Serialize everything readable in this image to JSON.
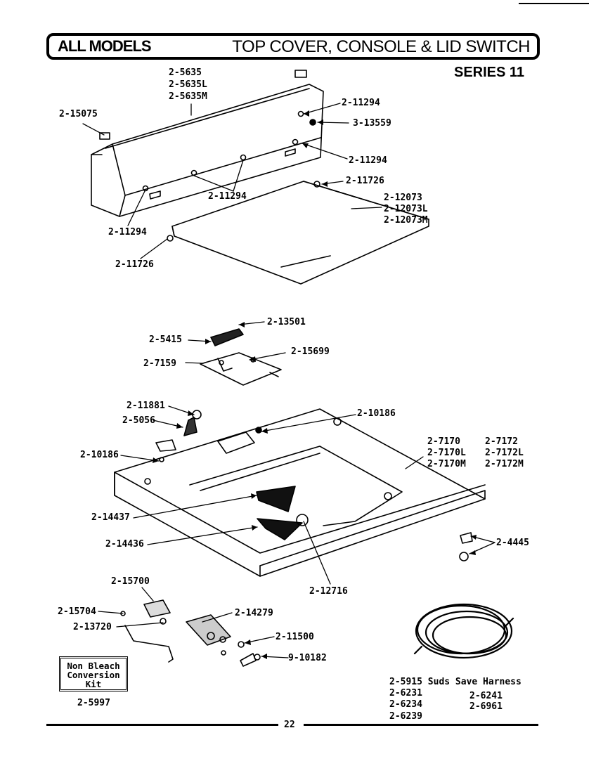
{
  "header": {
    "left": "ALL MODELS",
    "right": "TOP COVER, CONSOLE & LID SWITCH"
  },
  "series": "SERIES 11",
  "page_number": "22",
  "kit": {
    "line1": "Non Bleach",
    "line2": "Conversion",
    "line3": "Kit",
    "part": "2-5997"
  },
  "harness": {
    "title": "2-5915 Suds Save Harness",
    "a": "2-6231",
    "b": "2-6234",
    "c": "2-6239",
    "d": "2-6241",
    "e": "2-6961"
  },
  "labels": {
    "p5635": "2-5635",
    "p5635L": "2-5635L",
    "p5635M": "2-5635M",
    "p15075": "2-15075",
    "p11294a": "2-11294",
    "p13559": "3-13559",
    "p11294b": "2-11294",
    "p11726a": "2-11726",
    "p11294c": "2-11294",
    "p12073": "2-12073",
    "p12073L": "2-12073L",
    "p12073M": "2-12073M",
    "p11294d": "2-11294",
    "p11726b": "2-11726",
    "p13501": "2-13501",
    "p5415": "2-5415",
    "p15699": "2-15699",
    "p7159": "2-7159",
    "p11881": "2-11881",
    "p5056": "2-5056",
    "p10186a": "2-10186",
    "p10186b": "2-10186",
    "p7170": "2-7170",
    "p7170L": "2-7170L",
    "p7170M": "2-7170M",
    "p7172": "2-7172",
    "p7172L": "2-7172L",
    "p7172M": "2-7172M",
    "p14437": "2-14437",
    "p14436": "2-14436",
    "p4445": "2-4445",
    "p12716": "2-12716",
    "p15700": "2-15700",
    "p15704": "2-15704",
    "p13720": "2-13720",
    "p14279": "2-14279",
    "p11500": "2-11500",
    "p10182": "9-10182"
  }
}
